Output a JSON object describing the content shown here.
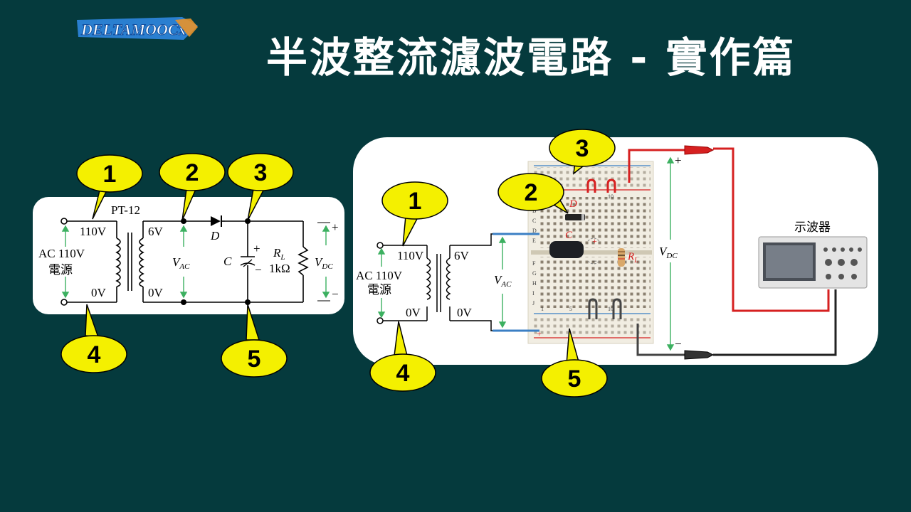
{
  "header": {
    "logo_text": "DELTAMOOCx",
    "title": "半波整流濾波電路 - 實作篇"
  },
  "schematic": {
    "transformer_model": "PT-12",
    "primary_voltage": "110V",
    "primary_zero": "0V",
    "secondary_voltage": "6V",
    "secondary_zero": "0V",
    "source_label_1": "AC 110V",
    "source_label_2": "電源",
    "vac_label": "V",
    "vac_sub": "AC",
    "diode_label": "D",
    "capacitor_label": "C",
    "cap_plus": "+",
    "cap_minus": "−",
    "resistor_label": "R",
    "resistor_sub": "L",
    "resistor_value": "1kΩ",
    "vdc_label": "V",
    "vdc_sub": "DC",
    "vdc_plus": "+",
    "vdc_minus": "−"
  },
  "breadboard_view": {
    "primary_voltage": "110V",
    "primary_zero": "0V",
    "secondary_voltage": "6V",
    "secondary_zero": "0V",
    "source_label_1": "AC 110V",
    "source_label_2": "電源",
    "vac_label": "V",
    "vac_sub": "AC",
    "vdc_label": "V",
    "vdc_sub": "DC",
    "vdc_plus": "+",
    "vdc_minus": "−",
    "diode_label": "D",
    "capacitor_label": "C",
    "resistor_label": "R",
    "resistor_sub": "L",
    "rail_minus": "−",
    "rail_plus": "+",
    "row_letters": [
      "A",
      "B",
      "C",
      "D",
      "E",
      "F",
      "G",
      "H",
      "I",
      "J"
    ],
    "col_numbers": [
      "1",
      "5",
      "10"
    ],
    "oscilloscope_label": "示波器"
  },
  "callouts": {
    "left": [
      "1",
      "2",
      "3",
      "4",
      "5"
    ],
    "right": [
      "1",
      "2",
      "3",
      "4",
      "5"
    ]
  },
  "colors": {
    "background": "#053a3d",
    "callout_fill": "#f4f000",
    "wire_red": "#d62020",
    "wire_black": "#222222",
    "wire_blue": "#3b7fc4",
    "measure_green": "#3cb060"
  }
}
